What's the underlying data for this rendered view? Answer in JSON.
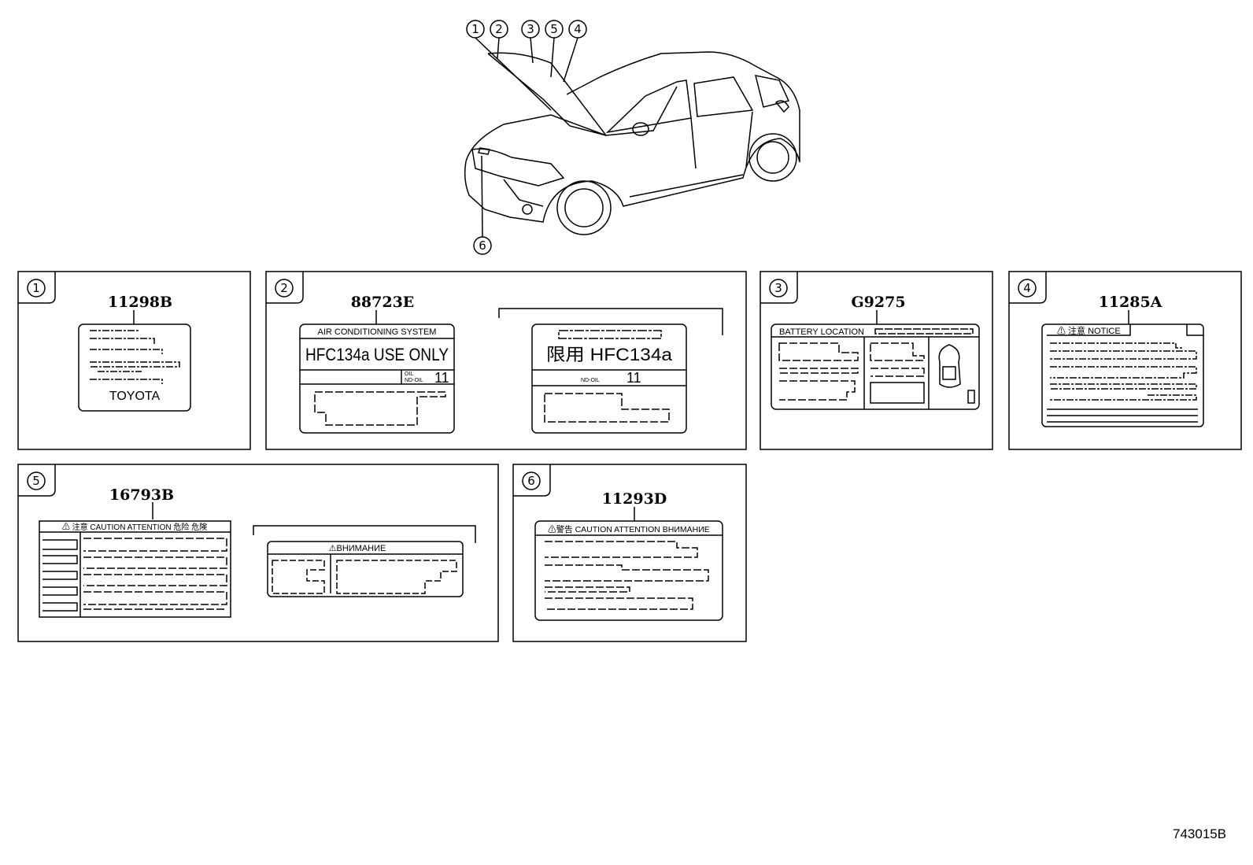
{
  "callouts": [
    "1",
    "2",
    "3",
    "4",
    "5",
    "6"
  ],
  "car_callouts": [
    "1",
    "2",
    "3",
    "5",
    "4",
    "6"
  ],
  "panels": [
    {
      "id": "1",
      "part": "11298B",
      "text": [
        "TOYOTA"
      ]
    },
    {
      "id": "2",
      "part": "88723E",
      "text": [
        "AIR CONDITIONING SYSTEM",
        "HFC134a USE ONLY",
        "OIL",
        "ND-OIL",
        "11",
        "限用 HFC134a",
        "ND-OIL",
        "11"
      ]
    },
    {
      "id": "3",
      "part": "G9275",
      "text": [
        "BATTERY LOCATION"
      ]
    },
    {
      "id": "4",
      "part": "11285A",
      "text": [
        "⚠ 注意 NOTICE"
      ]
    },
    {
      "id": "5",
      "part": "16793B",
      "text": [
        "⚠ 注意 CAUTION ATTENTION 危险 危険",
        "⚠ВНИМАНИЕ"
      ]
    },
    {
      "id": "6",
      "part": "11293D",
      "text": [
        "⚠警告 CAUTION ATTENTION ВНИМАНИЕ"
      ]
    }
  ],
  "diagram_id": "743015B"
}
